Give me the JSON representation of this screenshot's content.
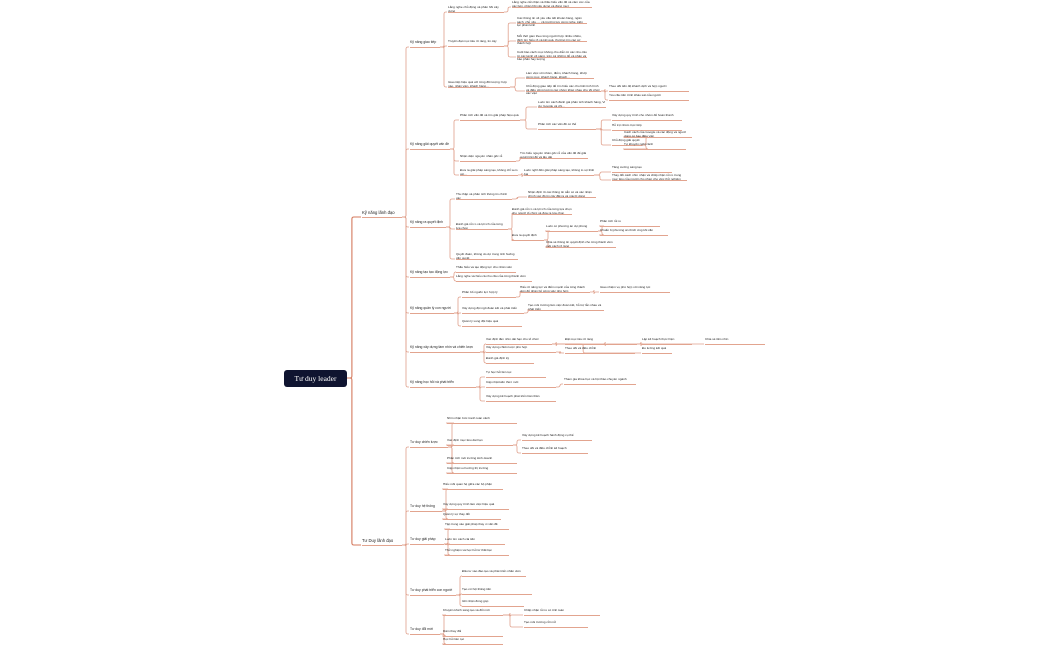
{
  "colors": {
    "root_bg": "#0f1430",
    "link": "#e0a08c",
    "text": "#222222"
  },
  "root": "Tư duy leader",
  "nodes": [
    {
      "id": "a",
      "text": "Kỹ năng lãnh đạo"
    },
    {
      "id": "b",
      "text": "Tư Duy lãnh đạo"
    },
    {
      "id": "a1",
      "text": "Kỹ năng giao tiếp"
    },
    {
      "id": "a1a",
      "text": "Lắng nghe chủ động và phản hồi xây dựng"
    },
    {
      "id": "a1a1",
      "text": "Lắng nghe cẩn thận và thấu hiểu vấn đề và cảm xúc của các bên, phản hồi xây dựng và đúng mực"
    },
    {
      "id": "a1b",
      "text": "Truyền đạt mục tiêu rõ ràng, tin cậy"
    },
    {
      "id": "a1b1",
      "text": "Các thông tin về yêu cầu tiết khoản hàng, ngân sách, chủ yếu,.... cả trường lưu cùng nghe, kiến lục phản kinh"
    },
    {
      "id": "a1b2",
      "text": "Mỗi thời gian theo lúng người hợp nhiều nhiều, định tìm hiểu rõ và kết quả, thường tìm các cơ thành hợp"
    },
    {
      "id": "a1b3",
      "text": "Cuối bảo cách mục không cho diễn từ các nhu cầu từ các kênh về sáng, trên cả những đỏ và phản và bảo phản hay tượng"
    },
    {
      "id": "a1c",
      "text": "Giao tiếp hiệu quả với từng đối tượng: hợp nào, nhân viên, khách hàng..."
    },
    {
      "id": "a1c1",
      "text": "Làm việc với nhóm, điểm, khách hàng, khớp cùng mục, khách hàng, khách..."
    },
    {
      "id": "a1c2",
      "text": "Chủ động giao tiếp để tìm hiểu các cho biết tình hình và điều cũng lượng các nhóm khác nhau cho tốt chức các việc"
    },
    {
      "id": "a1c2a",
      "text": "Theo dõi tiến độ khách dịch và hợp người"
    },
    {
      "id": "a1c2b",
      "text": "Yêu cầu tiến trình khảo sát của người"
    },
    {
      "id": "a2",
      "text": "Kỹ năng giải quyết vấn đề"
    },
    {
      "id": "a2a",
      "text": "Phân tích vấn đề và tìm giải pháp hiệu quả"
    },
    {
      "id": "a2a1",
      "text": "Luôn tìm cách đánh giá phân tích khách hàng, Ví dụ: Google và chi..."
    },
    {
      "id": "a2a2",
      "text": "Phân tích các vấn đề có thể"
    },
    {
      "id": "a2a2a",
      "text": "Xây dựng quy trình cho nhóm để hoàn thành"
    },
    {
      "id": "a2a2b",
      "text": "Hỗ trợ nhóm trực tiếp"
    },
    {
      "id": "a2a2c",
      "text": "Chủ động giải quyết"
    },
    {
      "id": "a2a2c1",
      "text": "Cách cách của Google và các động và người dùng có bao điều viên"
    },
    {
      "id": "a2a2c2",
      "text": "Tự khuyến nghị cảnh"
    },
    {
      "id": "a2b",
      "text": "Nhận diện nguyên nhân gốc rễ"
    },
    {
      "id": "a2b1",
      "text": "Tìm hiểu nguyên nhân gốc rễ của vấn đề để giải quyết triệt để và lâu dài"
    },
    {
      "id": "a2c",
      "text": "Đưa ra giải pháp sáng tạo, không chỉ xem xét..."
    },
    {
      "id": "a2c1",
      "text": "Luôn nghĩ đến giải pháp sáng tạo, không lo sợ thất bại"
    },
    {
      "id": "a2c1a",
      "text": "Tăng cường sáng tạo"
    },
    {
      "id": "a2c1b",
      "text": "Thay đổi cách nhìn nhận và chấp nhận rủi ro trong mục tiêu của người cho phép cho việc thử nghiệm"
    },
    {
      "id": "a3",
      "text": "Kỹ năng ra quyết định"
    },
    {
      "id": "a3a",
      "text": "Thu thập và phân tích thông tin chính xác"
    },
    {
      "id": "a3a1",
      "text": "Nhận định rõ các thông tin sẵn có và xác nhận chính xác độ tin cậy đặt ra và người dùng"
    },
    {
      "id": "a3b",
      "text": "Đánh giá rủi ro và lợi ích của từng lựa chọn"
    },
    {
      "id": "a3b1",
      "text": "Đánh giá rủi ro và lợi ích của từng lựa chọn cho người tổ chức và đưa ra lựa chọn"
    },
    {
      "id": "a3b2",
      "text": "Đưa ra quyết định"
    },
    {
      "id": "a3b2a",
      "text": "Luôn có phương án dự phòng"
    },
    {
      "id": "a3b2a1",
      "text": "Phân tích rủi ro"
    },
    {
      "id": "a3b2a2",
      "text": "Chuẩn bị phương án thích ứng khi cần"
    },
    {
      "id": "a3b2b",
      "text": "Chia sẻ thông tin quyết định cho từng thành viên một cách rõ ràng"
    },
    {
      "id": "a3c",
      "text": "Quyết đoán, không do dự trong tình huống cần quyết"
    },
    {
      "id": "a4",
      "text": "Kỹ năng tạo tạo động lực"
    },
    {
      "id": "a4a",
      "text": "Thấu hiểu và tạo động lực cho nhân viên"
    },
    {
      "id": "a4b",
      "text": "Lắng nghe và hiểu cả nhu cầu của từng thành viên"
    },
    {
      "id": "a5",
      "text": "Kỹ năng quản lý con người"
    },
    {
      "id": "a5a",
      "text": "Phân bổ nguồn lực hợp lý"
    },
    {
      "id": "a5a1",
      "text": "Hiểu rõ năng lực và điểm mạnh của từng thành viên để phân bổ công việc phù hợp"
    },
    {
      "id": "a5a1a",
      "text": "Giao nhiệm vụ phù hợp với năng lực"
    },
    {
      "id": "a5b",
      "text": "Xây dựng đội ngũ đoàn kết và phát triển"
    },
    {
      "id": "a5b1",
      "text": "Tạo môi trường làm việc đoàn kết, hỗ trợ lẫn nhau và phát triển"
    },
    {
      "id": "a5c",
      "text": "Quản lý xung đột hiệu quả"
    },
    {
      "id": "a6",
      "text": "Kỹ năng xây dựng tầm nhìn và chiến lược"
    },
    {
      "id": "a6a",
      "text": "Xác định tầm nhìn dài hạn cho tổ chức"
    },
    {
      "id": "a6a1",
      "text": "Đặt mục tiêu rõ ràng"
    },
    {
      "id": "a6a2",
      "text": "Lập kế hoạch thực hiện"
    },
    {
      "id": "a6a3",
      "text": "Chia sẻ tầm nhìn"
    },
    {
      "id": "a6a4",
      "text": "Đo lường kết quả"
    },
    {
      "id": "a6b",
      "text": "Xây dựng chiến lược phù hợp"
    },
    {
      "id": "a6b1",
      "text": "Theo dõi và điều chỉnh"
    },
    {
      "id": "a6b2",
      "text": "Đánh giá định kỳ"
    },
    {
      "id": "a7",
      "text": "Kỹ năng học hỏi và phát triển"
    },
    {
      "id": "a7a",
      "text": "Tự học hỏi liên tục"
    },
    {
      "id": "a7b",
      "text": "Cập nhật kiến thức mới"
    },
    {
      "id": "a7b1",
      "text": "Tham gia khóa học và hội thảo chuyên ngành"
    },
    {
      "id": "a7c",
      "text": "Xây dựng kế hoạch phát triển bản thân"
    },
    {
      "id": "b1",
      "text": "Tư duy chiến lược"
    },
    {
      "id": "b1a",
      "text": "Nhìn nhận bức tranh toàn cảnh"
    },
    {
      "id": "b1b",
      "text": "Xác định mục tiêu dài hạn"
    },
    {
      "id": "b1b1",
      "text": "Xây dựng kế hoạch hành động cụ thể"
    },
    {
      "id": "b1b2",
      "text": "Theo dõi và điều chỉnh kế hoạch"
    },
    {
      "id": "b1c",
      "text": "Phân tích môi trường kinh doanh"
    },
    {
      "id": "b1d",
      "text": "Cập nhật xu hướng thị trường"
    },
    {
      "id": "b2",
      "text": "Tư duy hệ thống"
    },
    {
      "id": "b2a",
      "text": "Hiểu mối quan hệ giữa các bộ phận"
    },
    {
      "id": "b2b",
      "text": "Xây dựng quy trình làm việc hiệu quả"
    },
    {
      "id": "b2c",
      "text": "Quản lý sự thay đổi"
    },
    {
      "id": "b3",
      "text": "Tư duy giải pháp"
    },
    {
      "id": "b3a",
      "text": "Tập trung vào giải pháp thay vì vấn đề"
    },
    {
      "id": "b3b",
      "text": "Luôn tìm cách cải tiến"
    },
    {
      "id": "b3c",
      "text": "Thử nghiệm và học hỏi từ thất bại"
    },
    {
      "id": "b4",
      "text": "Tư duy phát triển con người"
    },
    {
      "id": "b4a",
      "text": "Đầu tư vào đào tạo và phát triển nhân viên"
    },
    {
      "id": "b4b",
      "text": "Tạo cơ hội thăng tiến"
    },
    {
      "id": "b4c",
      "text": "Ghi nhận đóng góp"
    },
    {
      "id": "b5",
      "text": "Tư duy đổi mới"
    },
    {
      "id": "b5a",
      "text": "Khuyến khích sáng tạo và đổi mới"
    },
    {
      "id": "b5a1",
      "text": "Chấp nhận rủi ro có tính toán"
    },
    {
      "id": "b5a2",
      "text": "Tạo môi trường cởi mở"
    },
    {
      "id": "b5b",
      "text": "Dám thay đổi"
    },
    {
      "id": "b5c",
      "text": "Học hỏi liên tục"
    }
  ]
}
